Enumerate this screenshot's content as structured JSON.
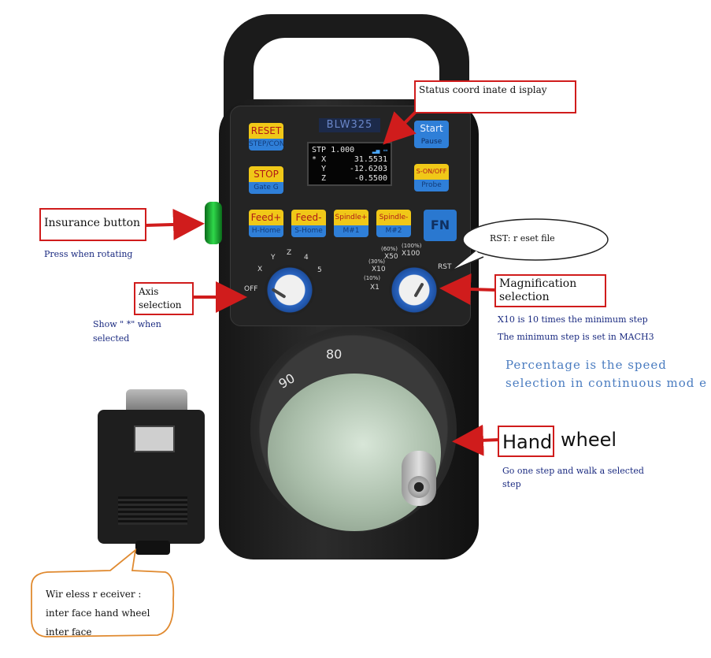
{
  "device": {
    "model": "BLW325",
    "lcd": {
      "line1": "STP 1.000",
      "line2_marker": "*",
      "line2_axis": "X",
      "line2_value": "31.5531",
      "line3_axis": "Y",
      "line3_value": "-12.6203",
      "line4_axis": "Z",
      "line4_value": "-0.5500"
    },
    "buttons": {
      "reset_top": "RESET",
      "reset_bot": "STEP/CON",
      "stop_top": "STOP",
      "stop_bot": "Gate G",
      "start_top": "Start",
      "start_bot": "Pause",
      "son_top": "S-ON/OFF",
      "son_bot": "Probe",
      "feedp_top": "Feed+",
      "feedp_bot": "H-Home",
      "feedm_top": "Feed-",
      "feedm_bot": "S-Home",
      "spdp_top": "Spindle+",
      "spdp_bot": "M#1",
      "spdm_top": "Spindle-",
      "spdm_bot": "M#2",
      "fn": "FN"
    },
    "axis_dial": {
      "off": "OFF",
      "x": "X",
      "y": "Y",
      "z": "Z",
      "four": "4",
      "five": "5"
    },
    "mag_dial": {
      "x1": "X1",
      "x10": "X10",
      "x50": "X50",
      "x100": "X100",
      "p10": "(10%)",
      "p30": "(30%)",
      "p60": "(60%)",
      "p100": "(100%)",
      "rst": "RST"
    },
    "wheel": {
      "n80": "80",
      "n90": "90"
    }
  },
  "callouts": {
    "status_display": "Status coord inate d isplay",
    "insurance_button": "Insurance button",
    "insurance_note": "Press when rotating",
    "axis_selection_1": "Axis",
    "axis_selection_2": "selection",
    "axis_note_1": "Show \" *\"  when",
    "axis_note_2": "selected",
    "rst_bubble": "RST: r eset file",
    "magnification_1": "Magnification",
    "magnification_2": "selection",
    "mag_note_1": "X10 is 10 times the minimum step",
    "mag_note_2": "The minimum step is set in MACH3",
    "percentage_1": "Percentage is the speed",
    "percentage_2": "selection in continuous mod e",
    "hand_word": "Hand",
    "wheel_word": "wheel",
    "hand_note_1": "Go one step and  walk a selected",
    "hand_note_2": "step",
    "receiver_1": "Wir eless r eceiver :",
    "receiver_2": "inter face hand wheel",
    "receiver_3": "inter face"
  },
  "colors": {
    "arrow": "#d01c1c",
    "note_blue": "#1a2a80",
    "bubble_orange": "#e08a30"
  }
}
